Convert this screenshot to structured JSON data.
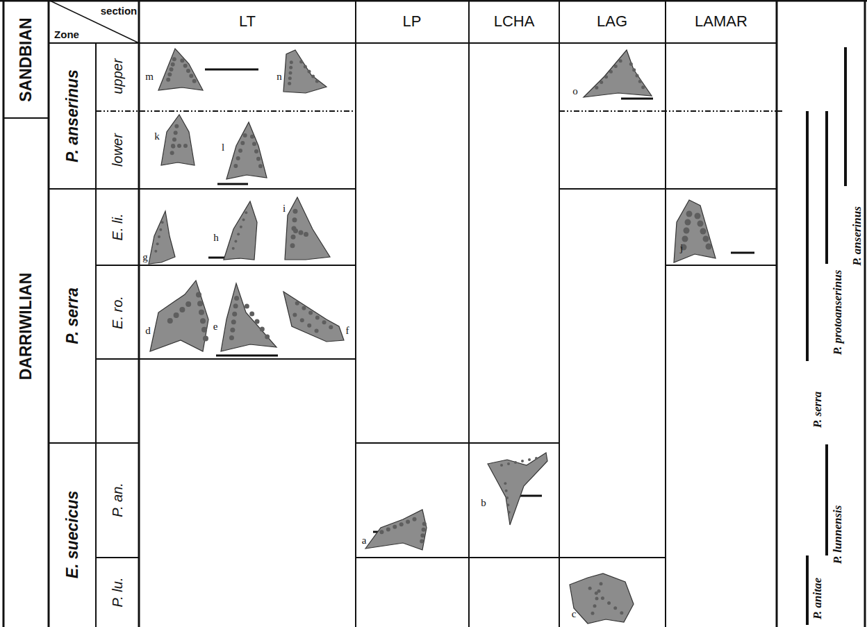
{
  "diagram": {
    "labels": [
      "section",
      "Zone",
      "LT",
      "LP",
      "LCHA",
      "LAG",
      "LAMAR",
      "SANDBIAN",
      "DARRIWILIAN",
      "P. anserinus",
      "upper",
      "lower",
      "P. serra",
      "E. li.",
      "E. ro.",
      "E. suecicus",
      "P. an.",
      "P. lu.",
      "m",
      "n",
      "k",
      "l",
      "o",
      "g",
      "h",
      "i",
      "j",
      "d",
      "e",
      "f",
      "a",
      "b",
      "c",
      "P. anserinus",
      "P. protoanserinus",
      "P. serra",
      "P. lunnensis",
      "P. anitae"
    ]
  }
}
